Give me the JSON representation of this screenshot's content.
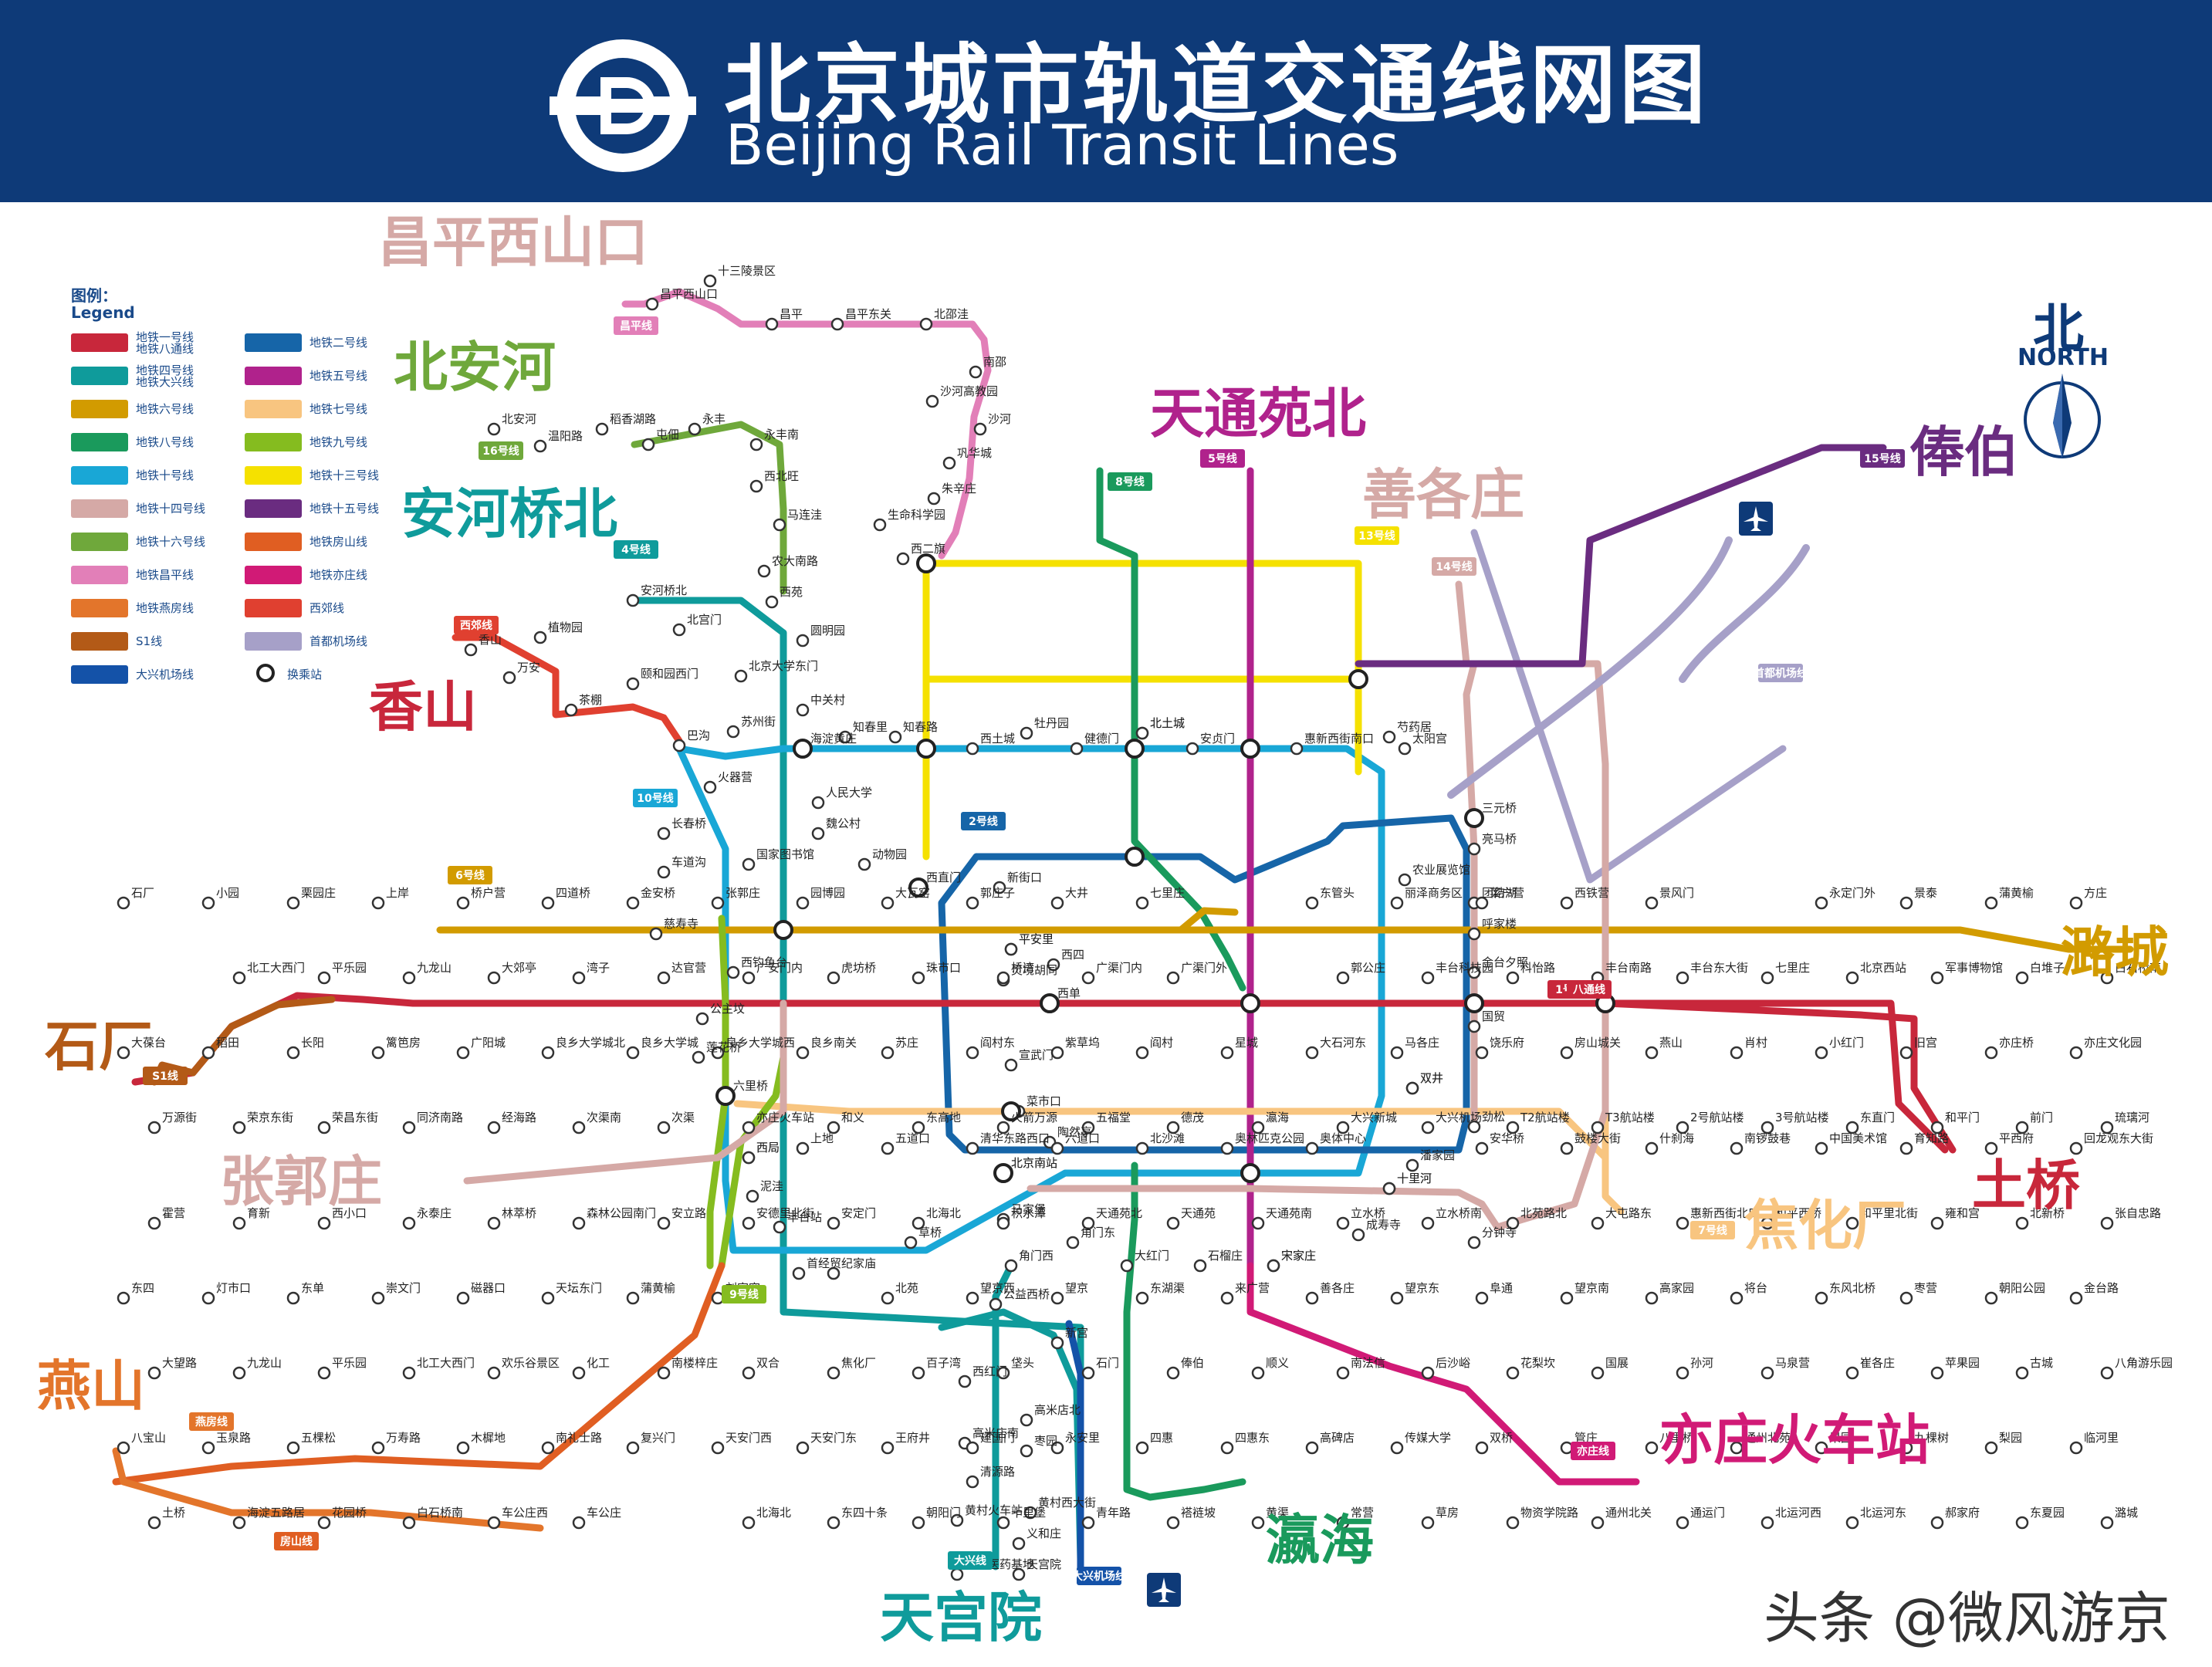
{
  "header": {
    "title_cn": "北京城市轨道交通线网图",
    "title_en": "Beijing Rail Transit Lines"
  },
  "north": {
    "cn": "北",
    "en": "NORTH"
  },
  "legend": {
    "title": "图例：",
    "title_en": "Legend",
    "items": [
      {
        "label": "地铁一号线\n地铁八通线",
        "color": "#c8273b"
      },
      {
        "label": "地铁二号线",
        "color": "#1665a8"
      },
      {
        "label": "地铁四号线\n地铁大兴线",
        "color": "#0f9b9b"
      },
      {
        "label": "地铁五号线",
        "color": "#b0228c"
      },
      {
        "label": "地铁六号线",
        "color": "#d29b00"
      },
      {
        "label": "地铁七号线",
        "color": "#f8c580"
      },
      {
        "label": "地铁八号线",
        "color": "#1a9a5c"
      },
      {
        "label": "地铁九号线",
        "color": "#85bc1f"
      },
      {
        "label": "地铁十号线",
        "color": "#19a7d6"
      },
      {
        "label": "地铁十三号线",
        "color": "#f5e100"
      },
      {
        "label": "地铁十四号线",
        "color": "#d5a9a6"
      },
      {
        "label": "地铁十五号线",
        "color": "#6a2c80"
      },
      {
        "label": "地铁十六号线",
        "color": "#6fa83b"
      },
      {
        "label": "地铁房山线",
        "color": "#e05e22"
      },
      {
        "label": "地铁昌平线",
        "color": "#e27fb8"
      },
      {
        "label": "地铁亦庄线",
        "color": "#d11a76"
      },
      {
        "label": "地铁燕房线",
        "color": "#e3752b"
      },
      {
        "label": "西郊线",
        "color": "#e04030"
      },
      {
        "label": "S1线",
        "color": "#b35a17"
      },
      {
        "label": "首都机场线",
        "color": "#a6a0c8"
      },
      {
        "label": "大兴机场线",
        "color": "#1452a8"
      },
      {
        "label": "换乘站",
        "color": "#222222"
      }
    ]
  },
  "area_labels": [
    {
      "text": "昌平西山口",
      "color": "#d5a9a6"
    },
    {
      "text": "北安河",
      "color": "#6fa83b"
    },
    {
      "text": "安河桥北",
      "color": "#0f9b9b"
    },
    {
      "text": "香山",
      "color": "#c8273b"
    },
    {
      "text": "天通苑北",
      "color": "#b0228c"
    },
    {
      "text": "善各庄",
      "color": "#d5a9a6"
    },
    {
      "text": "俸伯",
      "color": "#6a2c80"
    },
    {
      "text": "潞城",
      "color": "#d29b00"
    },
    {
      "text": "石厂",
      "color": "#b35a17"
    },
    {
      "text": "张郭庄",
      "color": "#d5a9a6"
    },
    {
      "text": "土桥",
      "color": "#c8273b"
    },
    {
      "text": "焦化厂",
      "color": "#f8c580"
    },
    {
      "text": "燕山",
      "color": "#e3752b"
    },
    {
      "text": "亦庄火车站",
      "color": "#d11a76"
    },
    {
      "text": "瀛海",
      "color": "#1a9a5c"
    },
    {
      "text": "天宫院",
      "color": "#0f9b9b"
    }
  ],
  "line_badges": [
    {
      "num": "1号线",
      "color": "#c8273b"
    },
    {
      "num": "2号线",
      "color": "#1665a8"
    },
    {
      "num": "4号线",
      "color": "#0f9b9b"
    },
    {
      "num": "5号线",
      "color": "#b0228c"
    },
    {
      "num": "6号线",
      "color": "#d29b00"
    },
    {
      "num": "7号线",
      "color": "#f8c580"
    },
    {
      "num": "8号线",
      "color": "#1a9a5c"
    },
    {
      "num": "9号线",
      "color": "#85bc1f"
    },
    {
      "num": "10号线",
      "color": "#19a7d6"
    },
    {
      "num": "13号线",
      "color": "#f5e100"
    },
    {
      "num": "14号线",
      "color": "#d5a9a6"
    },
    {
      "num": "15号线",
      "color": "#6a2c80"
    },
    {
      "num": "16号线",
      "color": "#6fa83b"
    },
    {
      "num": "S1线",
      "color": "#b35a17"
    },
    {
      "num": "八通线",
      "color": "#c8273b"
    },
    {
      "num": "昌平线",
      "color": "#e27fb8"
    },
    {
      "num": "亦庄线",
      "color": "#d11a76"
    },
    {
      "num": "房山线",
      "color": "#e05e22"
    },
    {
      "num": "燕房线",
      "color": "#e3752b"
    },
    {
      "num": "西郊线",
      "color": "#e04030"
    },
    {
      "num": "大兴线",
      "color": "#0f9b9b"
    },
    {
      "num": "大兴机场线",
      "color": "#1452a8"
    },
    {
      "num": "首都机场线",
      "color": "#a6a0c8"
    }
  ],
  "stations": [
    "十三陵景区",
    "昌平西山口",
    "昌平",
    "昌平东关",
    "北邵洼",
    "南邵",
    "沙河高教园",
    "沙河",
    "巩华城",
    "朱辛庄",
    "生命科学园",
    "西二旗",
    "北安河",
    "温阳路",
    "稻香湖路",
    "屯佃",
    "永丰",
    "永丰南",
    "西北旺",
    "马连洼",
    "农大南路",
    "西苑",
    "安河桥北",
    "北宫门",
    "圆明园",
    "北京大学东门",
    "中关村",
    "海淀黄庄",
    "人民大学",
    "魏公村",
    "国家图书馆",
    "动物园",
    "西直门",
    "新街口",
    "平安里",
    "西四",
    "灵境胡同",
    "西单",
    "宣武门",
    "菜市口",
    "陶然亭",
    "北京南站",
    "马家堡",
    "角门西",
    "公益西桥",
    "新宫",
    "西红门",
    "高米店北",
    "高米店南",
    "枣园",
    "清源路",
    "黄村西大街",
    "黄村火车站",
    "义和庄",
    "生物医药基地",
    "天宫院",
    "香山",
    "植物园",
    "万安",
    "茶棚",
    "颐和园西门",
    "巴沟",
    "苏州街",
    "知春里",
    "知春路",
    "西土城",
    "牡丹园",
    "健德门",
    "北土城",
    "安贞门",
    "惠新西街南口",
    "芍药居",
    "太阳宫",
    "三元桥",
    "亮马桥",
    "农业展览馆",
    "团结湖",
    "呼家楼",
    "金台夕照",
    "国贸",
    "双井",
    "劲松",
    "潘家园",
    "十里河",
    "分钟寺",
    "成寿寺",
    "宋家庄",
    "石榴庄",
    "大红门",
    "角门东",
    "首经贸",
    "纪家庙",
    "草桥",
    "丰台站",
    "泥洼",
    "西局",
    "六里桥",
    "莲花桥",
    "公主坟",
    "西钓鱼台",
    "慈寿寺",
    "车道沟",
    "长春桥",
    "火器营",
    "上地",
    "五道口",
    "清华东路西口",
    "六道口",
    "北沙滩",
    "奥林匹克公园",
    "奥体中心",
    "北土城",
    "安华桥",
    "鼓楼大街",
    "什刹海",
    "南锣鼓巷",
    "中国美术馆",
    "育知路",
    "平西府",
    "回龙观东大街",
    "霍营",
    "育新",
    "西小口",
    "永泰庄",
    "林萃桥",
    "森林公园南门",
    "安立路",
    "安德里北街",
    "安定门",
    "北海北",
    "积水潭",
    "天通苑北",
    "天通苑",
    "天通苑南",
    "立水桥",
    "立水桥南",
    "北苑路北",
    "大屯路东",
    "惠新西街北口",
    "和平西桥",
    "和平里北街",
    "雍和宫",
    "北新桥",
    "张自忠路",
    "东四",
    "灯市口",
    "东单",
    "崇文门",
    "磁器口",
    "天坛东门",
    "蒲黄榆",
    "刘家窑",
    "宋家庄",
    "北苑",
    "望京西",
    "望京",
    "东湖渠",
    "来广营",
    "善各庄",
    "望京东",
    "阜通",
    "望京南",
    "高家园",
    "将台",
    "东风北桥",
    "枣营",
    "朝阳公园",
    "金台路",
    "大望路",
    "九龙山",
    "平乐园",
    "北工大西门",
    "欢乐谷景区",
    "化工",
    "南楼梓庄",
    "双合",
    "焦化厂",
    "百子湾",
    "垡头",
    "石门",
    "俸伯",
    "顺义",
    "南法信",
    "后沙峪",
    "花梨坎",
    "国展",
    "孙河",
    "马泉营",
    "崔各庄",
    "苹果园",
    "古城",
    "八角游乐园",
    "八宝山",
    "玉泉路",
    "五棵松",
    "万寿路",
    "木樨地",
    "南礼士路",
    "复兴门",
    "天安门西",
    "天安门东",
    "王府井",
    "建国门",
    "永安里",
    "四惠",
    "四惠东",
    "高碑店",
    "传媒大学",
    "双桥",
    "管庄",
    "八里桥",
    "通州北苑",
    "果园",
    "九棵树",
    "梨园",
    "临河里",
    "土桥",
    "海淀五路居",
    "花园桥",
    "白石桥南",
    "车公庄西",
    "车公庄",
    "平安里",
    "北海北",
    "东四十条",
    "朝阳门",
    "十里堡",
    "青年路",
    "褡裢坡",
    "黄渠",
    "常营",
    "草房",
    "物资学院路",
    "通州北关",
    "通运门",
    "北运河西",
    "北运河东",
    "郝家府",
    "东夏园",
    "潞城",
    "石厂",
    "小园",
    "栗园庄",
    "上岸",
    "桥户营",
    "四道桥",
    "金安桥",
    "张郭庄",
    "园博园",
    "大瓦窑",
    "郭庄子",
    "大井",
    "七里庄",
    "西局",
    "东管头",
    "丽泽商务区",
    "菜户营",
    "西铁营",
    "景风门",
    "北京南站",
    "永定门外",
    "景泰",
    "蒲黄榆",
    "方庄",
    "十里河",
    "北工大西门",
    "平乐园",
    "九龙山",
    "大郊亭",
    "湾子",
    "达官营",
    "广安门内",
    "虎坊桥",
    "珠市口",
    "桥湾",
    "广渠门内",
    "广渠门外",
    "双井",
    "郭公庄",
    "丰台科技园",
    "科怡路",
    "丰台南路",
    "丰台东大街",
    "七里庄",
    "北京西站",
    "军事博物馆",
    "白堆子",
    "白石桥南",
    "大葆台",
    "稻田",
    "长阳",
    "篱笆房",
    "广阳城",
    "良乡大学城北",
    "良乡大学城",
    "良乡大学城西",
    "良乡南关",
    "苏庄",
    "阎村东",
    "紫草坞",
    "阎村",
    "星城",
    "大石河东",
    "马各庄",
    "饶乐府",
    "房山城关",
    "燕山",
    "肖村",
    "小红门",
    "旧宫",
    "亦庄桥",
    "亦庄文化园",
    "万源街",
    "荣京东街",
    "荣昌东街",
    "同济南路",
    "经海路",
    "次渠南",
    "次渠",
    "亦庄火车站",
    "和义",
    "东高地",
    "火箭万源",
    "五福堂",
    "德茂",
    "瀛海",
    "大兴新城",
    "大兴机场",
    "T2航站楼",
    "T3航站楼",
    "2号航站楼",
    "3号航站楼",
    "东直门",
    "和平门",
    "前门",
    "琉璃河"
  ],
  "watermark": "头条 @微风游京"
}
